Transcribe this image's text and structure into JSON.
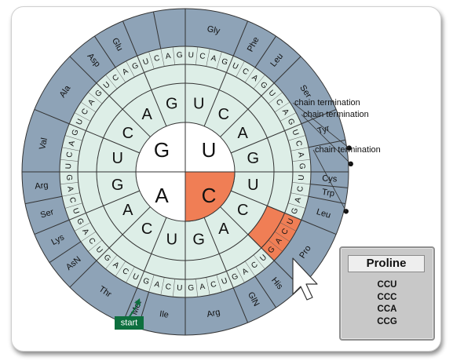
{
  "colors": {
    "outer_ring": "#8ea3b7",
    "inner_ring": "#ddeee7",
    "highlight": "#f07e55",
    "center": "#ffffff",
    "start_badge": "#0d6f3e"
  },
  "wheel": {
    "center": [
      "G",
      "U",
      "C",
      "A"
    ],
    "ring2": [
      "U",
      "C",
      "A",
      "G",
      "U",
      "C",
      "A",
      "G",
      "U",
      "C",
      "A",
      "G",
      "U",
      "C",
      "A",
      "G"
    ],
    "ring3": [
      [
        "U",
        "C",
        "A",
        "G"
      ],
      [
        "U",
        "C",
        "A",
        "G"
      ],
      [
        "U",
        "C",
        "A",
        "G"
      ],
      [
        "U",
        "C",
        "A",
        "G"
      ],
      [
        "U",
        "C",
        "A",
        "G"
      ],
      [
        "U",
        "C",
        "A",
        "G"
      ],
      [
        "U",
        "C",
        "A",
        "G"
      ],
      [
        "U",
        "C",
        "A",
        "G"
      ],
      [
        "U",
        "C",
        "A",
        "G"
      ],
      [
        "U",
        "C",
        "A",
        "G"
      ],
      [
        "U",
        "C",
        "A",
        "G"
      ],
      [
        "U",
        "C",
        "A",
        "G"
      ],
      [
        "U",
        "C",
        "A",
        "G"
      ],
      [
        "U",
        "C",
        "A",
        "G"
      ],
      [
        "U",
        "C",
        "A",
        "G"
      ],
      [
        "U",
        "C",
        "A",
        "G"
      ]
    ],
    "amino_acids": [
      "Gly",
      "Phe",
      "Leu",
      "Ser",
      "Tyr",
      "",
      "Cys",
      "Trp",
      "Leu",
      "Pro",
      "His",
      "GlN",
      "Arg",
      "Ile",
      "Met",
      "Thr",
      "AsN",
      "Lys",
      "Ser",
      "Arg",
      "Val",
      "Ala",
      "Asp",
      "Glu"
    ],
    "terminations": [
      "chain termination",
      "chain termination",
      "chain termination"
    ],
    "start_label": "start"
  },
  "info_panel": {
    "title": "Proline",
    "codons": [
      "CCU",
      "CCC",
      "CCA",
      "CCG"
    ]
  }
}
